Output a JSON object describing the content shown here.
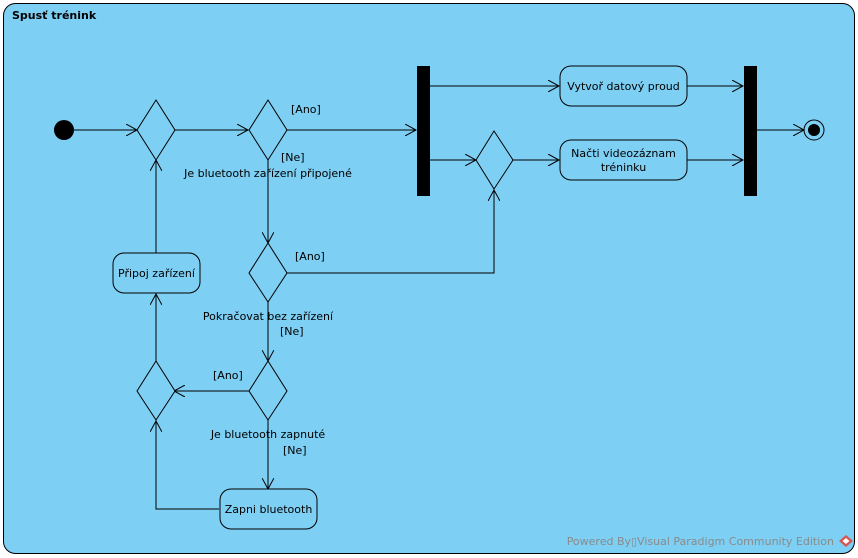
{
  "diagram": {
    "title": "Spusť trénink",
    "actions": {
      "connect_device": "Připoj zařízení",
      "enable_bluetooth": "Zapni bluetooth",
      "create_stream": "Vytvoř datový proud",
      "load_video_line1": "Načti videozáznam",
      "load_video_line2": "tréninku"
    },
    "decisions": {
      "bt_connected": "Je bluetooth zařízení připojené",
      "continue_without": "Pokračovat bez zařízení",
      "bt_enabled": "Je bluetooth zapnuté"
    },
    "guards": {
      "connected_yes": "[Ano]",
      "connected_no": "[Ne]",
      "continue_yes": "[Ano]",
      "continue_no": "[Ne]",
      "enabled_yes": "[Ano]",
      "enabled_no": "[Ne]"
    }
  },
  "watermark": "Powered By▯Visual Paradigm Community Edition",
  "colors": {
    "frame_fill": "#7ecff4",
    "action_fill": "#7ecff4",
    "stroke": "#000000",
    "watermark": "#8a8a8a",
    "logo_red": "#d9534f"
  }
}
